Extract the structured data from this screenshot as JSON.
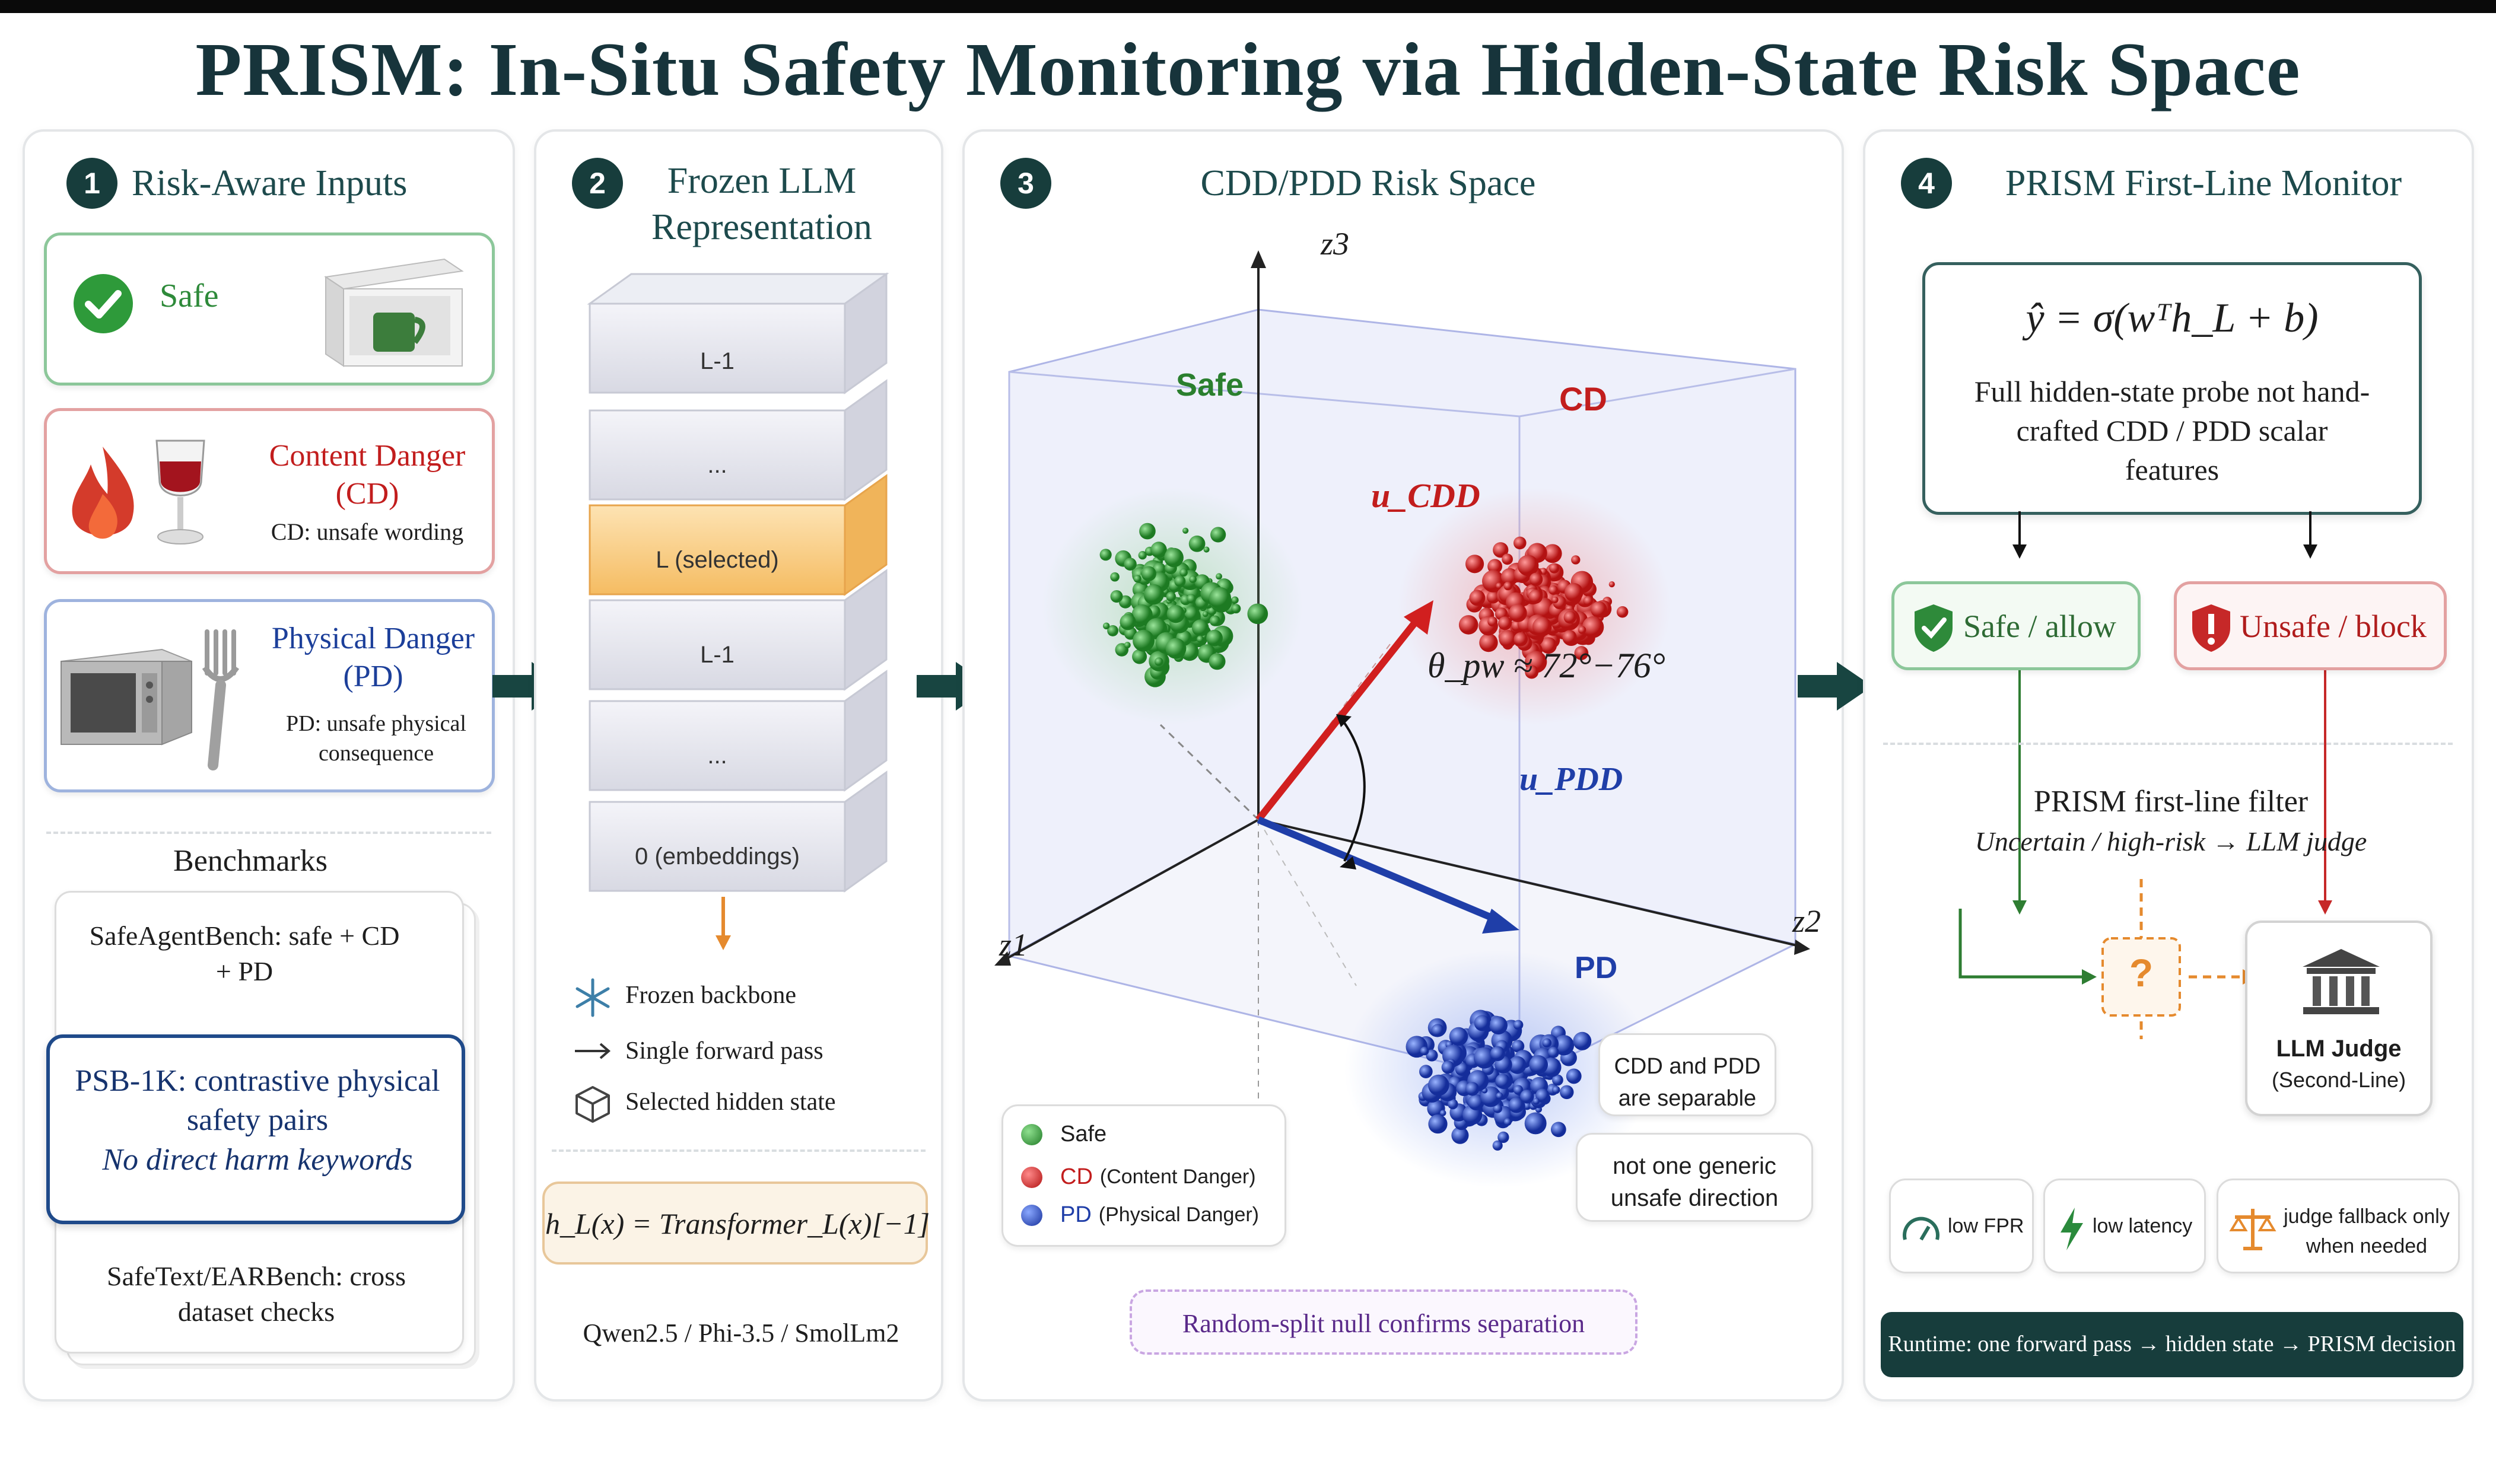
{
  "title": "PRISM: In-Situ Safety Monitoring via Hidden-State Risk Space",
  "panel1": {
    "number": "1",
    "title": "Risk-Aware Inputs",
    "safe_label": "Safe",
    "cd_label": "Content Danger (CD)",
    "cd_desc": "CD: unsafe wording",
    "pd_label": "Physical Danger (PD)",
    "pd_desc": "PD: unsafe physical consequence",
    "benchmarks_title": "Benchmarks",
    "bench1": "SafeAgentBench: safe + CD + PD",
    "bench2_main": "PSB-1K: contrastive physical safety pairs",
    "bench2_note": "No direct harm keywords",
    "bench3": "SafeText/EARBench: cross dataset checks"
  },
  "panel2": {
    "number": "2",
    "title": "Frozen LLM Representation",
    "layers": [
      "L-1",
      "...",
      "L (selected)",
      "L-1",
      "...",
      "0 (embeddings)"
    ],
    "legend_frozen": "Frozen backbone",
    "legend_forward": "Single forward pass",
    "legend_hidden": "Selected hidden state",
    "formula": "h_L(x) = Transformer_L(x)[−1]",
    "models": "Qwen2.5 / Phi-3.5 / SmolLm2"
  },
  "panel3": {
    "number": "3",
    "title": "CDD/PDD Risk Space",
    "axis_z1": "z1",
    "axis_z2": "z2",
    "axis_z3": "z3",
    "cluster_safe": "Safe",
    "cluster_cd": "CD",
    "cluster_pd": "PD",
    "vec_cdd": "u_CDD",
    "vec_pdd": "u_PDD",
    "angle": "θ_pw ≈ 72°−76°",
    "legend": [
      {
        "key": "Safe",
        "desc": "",
        "color": "#2e9a3a"
      },
      {
        "key": "CD",
        "desc": "(Content Danger)",
        "color": "#d62c2c"
      },
      {
        "key": "PD",
        "desc": "(Physical Danger)",
        "color": "#2747c4"
      }
    ],
    "note1": "CDD and PDD are separable",
    "note2": "not one generic unsafe direction",
    "null_note": "Random-split null confirms separation"
  },
  "panel4": {
    "number": "4",
    "title": "PRISM First-Line Monitor",
    "formula": "ŷ = σ(wᵀh_L + b)",
    "probe_desc": "Full hidden-state probe not hand-crafted CDD / PDD scalar features",
    "safe_btn": "Safe / allow",
    "unsafe_btn": "Unsafe / block",
    "filter_title": "PRISM first-line filter",
    "filter_sub": "Uncertain / high-risk → LLM judge",
    "question": "?",
    "judge_title": "LLM Judge",
    "judge_sub": "(Second-Line)",
    "badge1": "low FPR",
    "badge2": "low latency",
    "badge3": "judge fallback only when needed",
    "runtime": "Runtime: one forward pass → hidden state → PRISM decision"
  },
  "colors": {
    "teal": "#173d3c",
    "safe": "#2e9a3a",
    "cd": "#d62c2c",
    "pd": "#2747c4",
    "orange": "#e58a2e"
  }
}
